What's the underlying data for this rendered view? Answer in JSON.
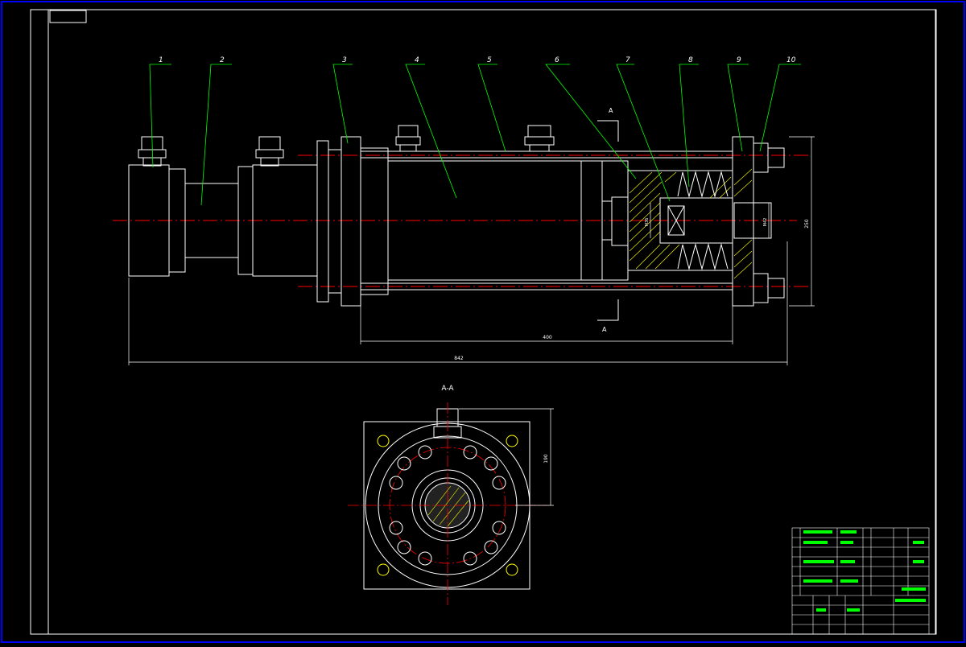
{
  "drawing": {
    "stamp_text": "",
    "section_label": "A-A",
    "cut_marker_letter": "A",
    "balloons": [
      "1",
      "2",
      "3",
      "4",
      "5",
      "6",
      "7",
      "8",
      "9",
      "10"
    ],
    "dims": {
      "length_inner": "400",
      "length_overall": "842",
      "height_total": "250",
      "section_height": "190",
      "thread_dim": "M42",
      "rod_dim": "M36"
    }
  },
  "title_block": {
    "title_line1": "",
    "title_line2": "",
    "title_line3": "",
    "drawing_no": ""
  },
  "colors": {
    "background": "#000000",
    "border": "#ffffff",
    "geometry": "#ffffff",
    "leaders": "#00ff00",
    "centerlines": "#ff0000",
    "hatch": "#ffff00",
    "outer_frame": "#0000ff"
  }
}
